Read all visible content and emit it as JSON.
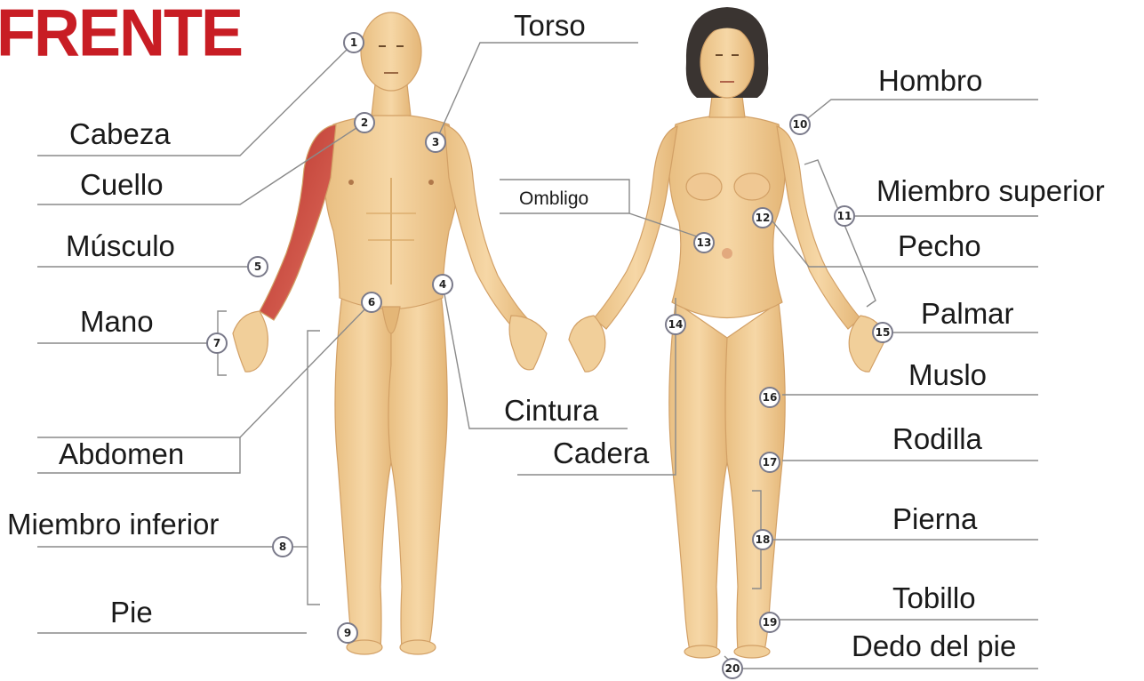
{
  "title": "FRENTE",
  "colors": {
    "title": "#c81d24",
    "skin": "#f1cf9a",
    "skin_shadow": "#dcae6e",
    "muscle": "#c0433a",
    "line": "#8a8a8a"
  },
  "labels": {
    "torso": "Torso",
    "cabeza": "Cabeza",
    "cuello": "Cuello",
    "musculo": "Músculo",
    "mano": "Mano",
    "abdomen": "Abdomen",
    "miembro_inferior": "Miembro inferior",
    "pie": "Pie",
    "cintura": "Cintura",
    "cadera": "Cadera",
    "ombligo": "Ombligo",
    "hombro": "Hombro",
    "miembro_superior": "Miembro superior",
    "pecho": "Pecho",
    "palmar": "Palmar",
    "muslo": "Muslo",
    "rodilla": "Rodilla",
    "pierna": "Pierna",
    "tobillo": "Tobillo",
    "dedo_del_pie": "Dedo del pie"
  },
  "markers": [
    "1",
    "2",
    "3",
    "4",
    "5",
    "6",
    "7",
    "8",
    "9",
    "10",
    "11",
    "12",
    "13",
    "14",
    "15",
    "16",
    "17",
    "18",
    "19",
    "20"
  ]
}
